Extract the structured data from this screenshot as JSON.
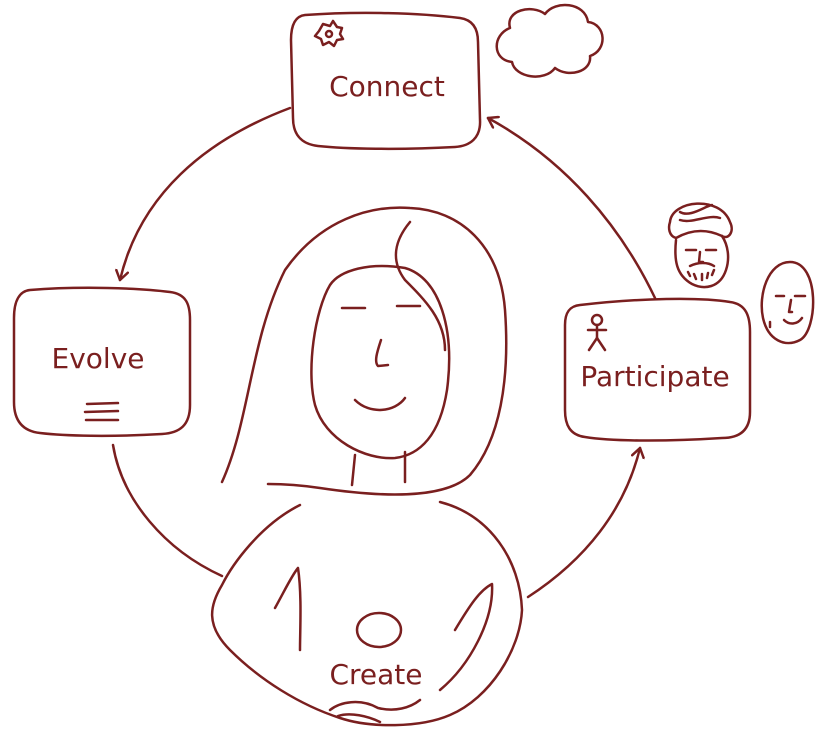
{
  "colors": {
    "ink": "#7a1f1f",
    "background": "#ffffff"
  },
  "nodes": {
    "connect": {
      "label": "Connect",
      "icon": "gear-icon"
    },
    "evolve": {
      "label": "Evolve",
      "icon": "menu-lines-icon"
    },
    "participate": {
      "label": "Participate",
      "icon": "person-icon"
    },
    "create": {
      "label": "Create"
    }
  },
  "decorations": [
    "cloud-icon",
    "turbaned-face-icon",
    "smiling-face-icon",
    "woman-illustration"
  ]
}
